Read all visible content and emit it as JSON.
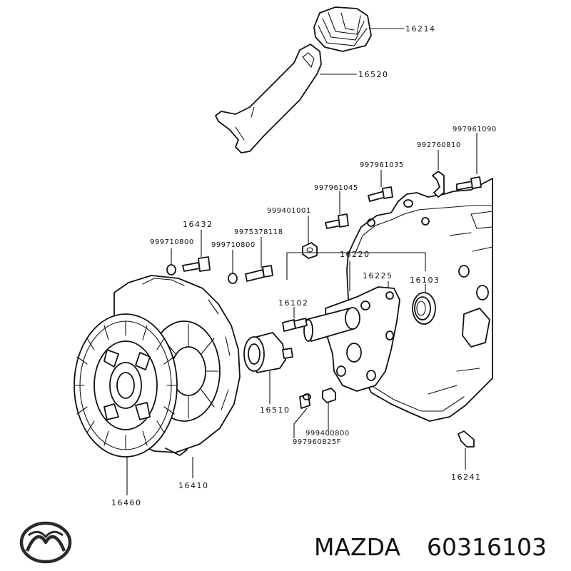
{
  "parts": {
    "p16214": "16214",
    "p16520": "16520",
    "p997961090": "997961090",
    "p992760810": "992760810",
    "p997961035": "997961035",
    "p997961045": "997961045",
    "p999401001": "999401001",
    "p16432": "16432",
    "p999710800_a": "999710800",
    "p999710800_b": "999710800",
    "p9975378118": "9975378118",
    "p16220": "16220",
    "p16225": "16225",
    "p16103": "16103",
    "p16102": "16102",
    "p16510": "16510",
    "p999400800": "999400800",
    "p997960825F": "997960825F",
    "p16241": "16241",
    "p16460": "16460",
    "p16410": "16410"
  },
  "footer": {
    "brand": "MAZDA",
    "part_number": "60316103",
    "logo_icon": "mazda-logo-icon"
  }
}
